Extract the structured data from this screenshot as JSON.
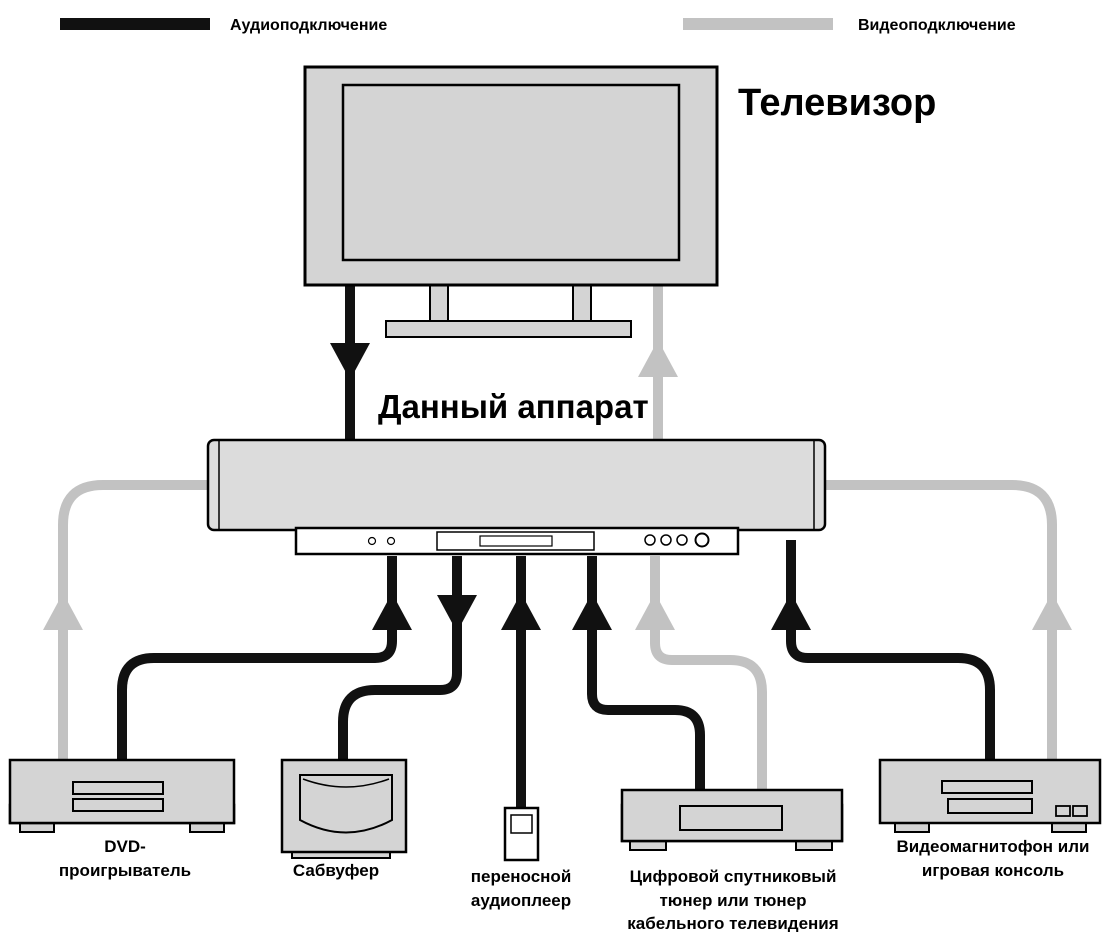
{
  "legend": {
    "audio_label": "Аудиоподключение",
    "video_label": "Видеоподключение",
    "audio_color": "#111111",
    "video_color": "#c2c2c2"
  },
  "tv": {
    "label": "Телевизор"
  },
  "unit": {
    "label": "Данный аппарат"
  },
  "devices": {
    "dvd": {
      "line1": "DVD-",
      "line2": "проигрыватель"
    },
    "subwoofer": {
      "line1": "Сабвуфер"
    },
    "portable": {
      "line1": "переносной",
      "line2": "аудиоплеер"
    },
    "tuner": {
      "line1": "Цифровой спутниковый",
      "line2": "тюнер или тюнер",
      "line3": "кабельного телевидения"
    },
    "vcr": {
      "line1": "Видеомагнитофон или",
      "line2": "игровая консоль"
    }
  }
}
